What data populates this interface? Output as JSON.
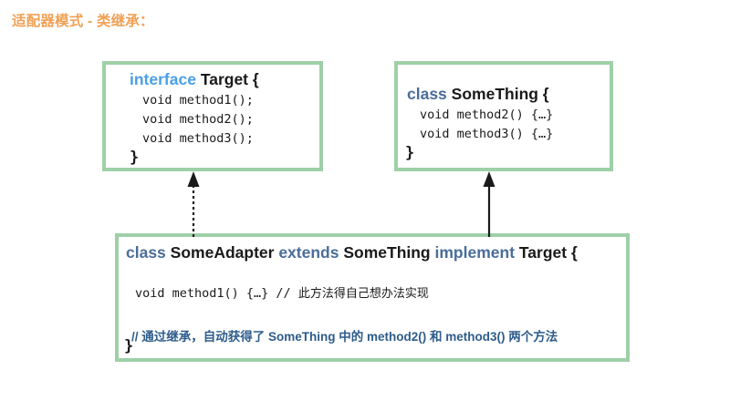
{
  "slide": {
    "title": "适配器模式 - 类继承：",
    "title_color": "#f0a055",
    "background": "#ffffff",
    "box_border_color": "#9ed0a8"
  },
  "boxes": {
    "target": {
      "name": "Target interface box",
      "header": {
        "keyword": "interface",
        "keyword_color": "#4a9fe8",
        "name": "Target {"
      },
      "lines": [
        "void method1();",
        "void method2();",
        "void method3();"
      ],
      "close": "}"
    },
    "something": {
      "name": "SomeThing class box",
      "header": {
        "keyword": "class",
        "keyword_color": "#4a6d99",
        "name": "SomeThing {"
      },
      "lines": [
        "void method2() {…}",
        "void method3() {…}"
      ],
      "close": "}"
    },
    "adapter": {
      "name": "SomeAdapter class box",
      "header": {
        "kw_class": "class",
        "class_name": "SomeAdapter",
        "kw_extends": "extends",
        "extends_name": "SomeThing",
        "kw_implement": "implement",
        "implement_name": "Target {",
        "keyword_color": "#4a6d99"
      },
      "line1_code": "void method1() {…} // ",
      "line1_comment": "此方法得自己想办法实现",
      "comment_line": "// 通过继承，自动获得了 SomeThing 中的 method2() 和 method3() 两个方法",
      "comment_color": "#2e5c8a",
      "close": "}"
    }
  },
  "arrows": {
    "implements": {
      "label": "implements-arrow",
      "style": "dotted",
      "head": "solid-triangle",
      "from": "SomeAdapter",
      "to": "Target"
    },
    "extends": {
      "label": "extends-arrow",
      "style": "solid",
      "head": "solid-triangle",
      "from": "SomeAdapter",
      "to": "SomeThing"
    }
  }
}
